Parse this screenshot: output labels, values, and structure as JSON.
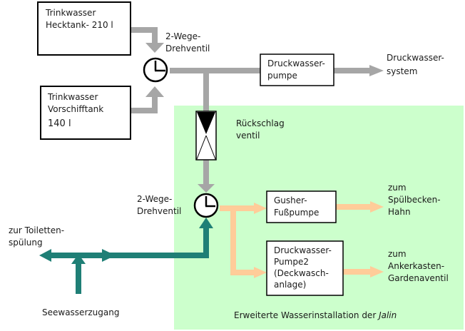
{
  "colors": {
    "fresh_pipe": "#a6a6a6",
    "hot_pipe": "#ffcc99",
    "sea_pipe": "#1f7f76",
    "extension_area": "#ccffcc"
  },
  "boxes": {
    "hecktank": [
      "Trinkwasser",
      "Hecktank- 210 l"
    ],
    "vorschifftank": [
      "Trinkwasser",
      "Vorschifftank",
      "140 l"
    ],
    "druckwasserpumpe": [
      "Druckwasser-",
      "pumpe"
    ],
    "gusher": [
      "Gusher-",
      "Fußpumpe"
    ],
    "pumpe2": [
      "Druckwasser-",
      "Pumpe2",
      "(Deckwasch-",
      "anlage)"
    ]
  },
  "labels": {
    "valve_top": [
      "2-Wege-",
      "Drehventil"
    ],
    "valve_bottom": [
      "2-Wege-",
      "Drehventil"
    ],
    "check_valve": [
      "Rückschlag",
      "ventil"
    ],
    "druckwassersystem": [
      "Druckwasser-",
      "system"
    ],
    "spuelbecken": [
      "zum",
      "Spülbecken-",
      "Hahn"
    ],
    "ankerkasten": [
      "zum",
      "Ankerkasten-",
      "Gardenaventil"
    ],
    "toilette": [
      "zur Toiletten-",
      "spülung"
    ],
    "seewasser": "Seewasserzugang",
    "extension_caption": "Erweiterte Wasserinstallation der ",
    "extension_boat": "Jalin"
  }
}
